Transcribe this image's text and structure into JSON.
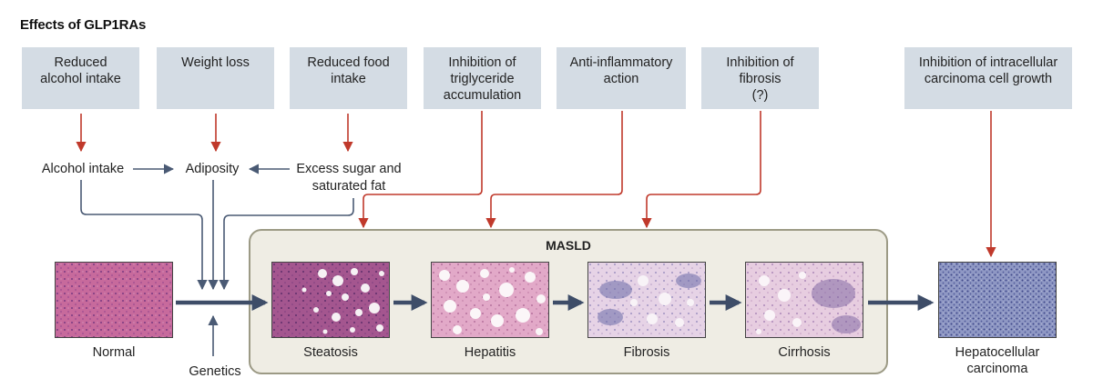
{
  "title": "Effects of GLP1RAs",
  "effects": [
    {
      "label": "Reduced\nalcohol intake"
    },
    {
      "label": "Weight loss"
    },
    {
      "label": "Reduced food\nintake"
    },
    {
      "label": "Inhibition of\ntriglyceride\naccumulation"
    },
    {
      "label": "Anti-inflammatory\naction"
    },
    {
      "label": "Inhibition of\nfibrosis\n(?)"
    },
    {
      "label": "Inhibition of intracellular\ncarcinoma cell growth"
    }
  ],
  "factors": {
    "alcohol": "Alcohol intake",
    "adiposity": "Adiposity",
    "sugar_fat": "Excess sugar and\nsaturated fat",
    "genetics": "Genetics"
  },
  "masld_label": "MASLD",
  "stages": [
    {
      "label": "Normal"
    },
    {
      "label": "Steatosis"
    },
    {
      "label": "Hepatitis"
    },
    {
      "label": "Fibrosis"
    },
    {
      "label": "Cirrhosis"
    },
    {
      "label": "Hepatocellular\ncarcinoma"
    }
  ],
  "colors": {
    "inhibition_arrow": "#c0392b",
    "causal_arrow": "#4a5a74",
    "effect_box": "#d4dce4",
    "masld_panel": "#efede4"
  }
}
